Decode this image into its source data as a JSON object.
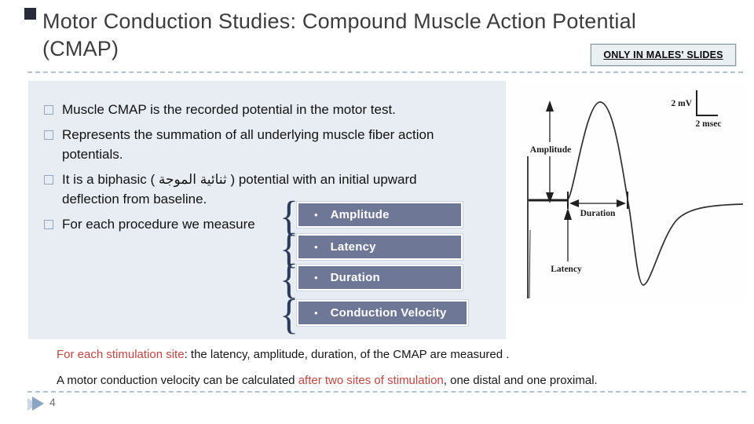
{
  "title": "Motor Conduction Studies: Compound Muscle Action Potential (CMAP)",
  "badge_label": "ONLY IN MALES' SLIDES",
  "bullets": [
    "Muscle CMAP is the recorded potential in the motor test.",
    "Represents the summation of all underlying muscle fiber action potentials.",
    "It is a biphasic ( ثنائية الموجة ) potential with an initial upward deflection from baseline.",
    "For each procedure we measure"
  ],
  "measure_boxes": [
    {
      "label": "Amplitude"
    },
    {
      "label": "Latency"
    },
    {
      "label": "Duration"
    },
    {
      "label": "Conduction Velocity"
    }
  ],
  "diagram": {
    "amplitude_label": "Amplitude",
    "duration_label": "Duration",
    "latency_label": "Latency",
    "scale_vertical": "2 mV",
    "scale_horizontal": "2 msec"
  },
  "footer": {
    "line1": {
      "red": "For each stimulation site",
      "rest": ": the latency, amplitude, duration, of the CMAP are measured ."
    },
    "line2": {
      "pre": "A motor conduction velocity can be calculated ",
      "red": "after two sites of stimulation",
      "post": ", one distal and one proximal."
    }
  },
  "page_number": "4",
  "colors": {
    "panel_bg": "#e8edf3",
    "box_fill": "#6e7796",
    "accent_red": "#bf4540",
    "dash_line": "#b0c4d4",
    "brace": "#2e3a5e"
  }
}
